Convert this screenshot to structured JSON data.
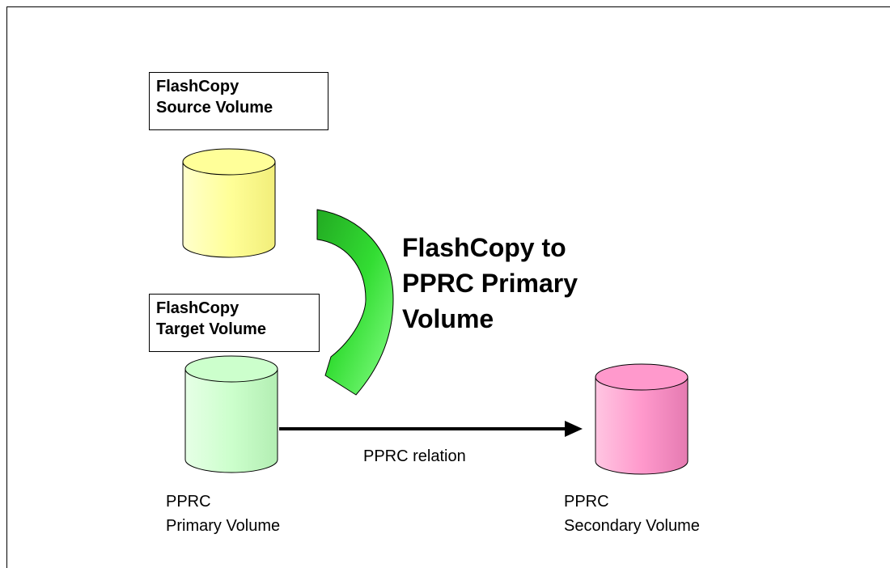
{
  "diagram": {
    "source_label": "FlashCopy\nSource Volume",
    "target_label": "FlashCopy\nTarget Volume",
    "flashcopy_arrow_label": "FlashCopy to\nPPRC Primary\nVolume",
    "relation_label": "PPRC relation",
    "primary_caption": "PPRC\nPrimary Volume",
    "secondary_caption": "PPRC\nSecondary Volume"
  },
  "colors": {
    "source_cylinder": "#ffff99",
    "target_cylinder": "#ccffcc",
    "secondary_cylinder": "#ff99cc",
    "arrow_green": "#33cc33"
  }
}
